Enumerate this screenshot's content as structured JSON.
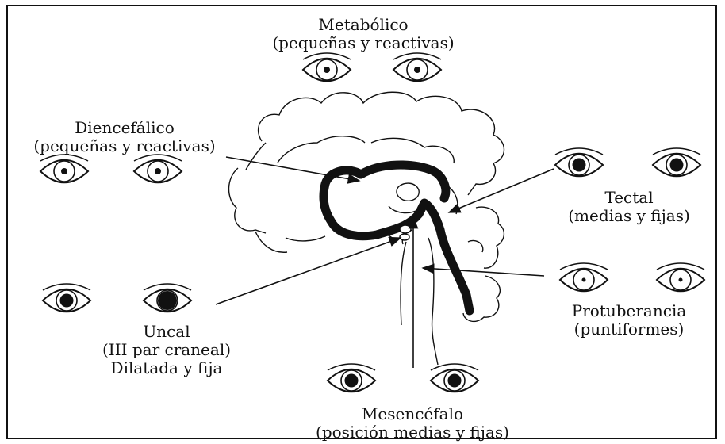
{
  "labels": {
    "metabolico": {
      "title": "Metabólico",
      "detail": "(pequeñas y reactivas)"
    },
    "diencefalico": {
      "title": "Diencefálico",
      "detail": "(pequeñas y reactivas)"
    },
    "tectal": {
      "title": "Tectal",
      "detail": "(medias y fijas)"
    },
    "protuberancia": {
      "title": "Protuberancia",
      "detail": "(puntiformes)"
    },
    "uncal": {
      "title": "Uncal",
      "detail": "(III par craneal)",
      "detail2": "Dilatada y fija"
    },
    "mesencefalo": {
      "title": "Mesencéfalo",
      "detail": "(posición medias y fijas)"
    }
  },
  "pupils": {
    "metabolico": [
      "small",
      "small"
    ],
    "diencefalico": [
      "small",
      "small"
    ],
    "tectal": [
      "medium",
      "medium"
    ],
    "protuberancia": [
      "pinpoint",
      "pinpoint"
    ],
    "uncal": [
      "medium",
      "dilated"
    ],
    "mesencefalo": [
      "medium",
      "medium"
    ]
  }
}
